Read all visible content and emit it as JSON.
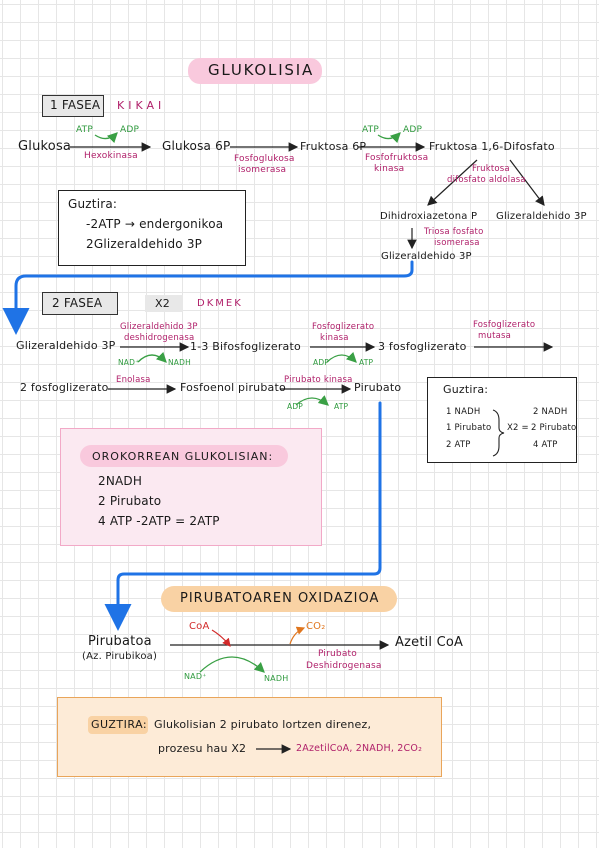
{
  "title": "GLUKOLISIA",
  "phase1": {
    "label": "1 FASEA",
    "note": "KIKAI",
    "glukosa": "Glukosa",
    "atp1": "ATP",
    "adp1": "ADP",
    "hexokinasa": "Hexokinasa",
    "glukosa6p": "Glukosa 6P",
    "fosfoglukosa": "Fosfoglukosa",
    "isomerasa": "isomerasa",
    "fruktosa6p": "Fruktosa 6P",
    "atp2": "ATP",
    "adp2": "ADP",
    "fosfofruktosa": "Fosfofruktosa",
    "kinasa": "kinasa",
    "fruktosa16": "Fruktosa 1,6-Difosfato",
    "aldolasa1": "Fruktosa",
    "aldolasa2": "difosfato aldolasa",
    "dihidroxi": "Dihidroxiazetona P",
    "triosa1": "Triosa fosfato",
    "triosa2": "isomerasa",
    "glizeraldehido3p_a": "Glizeraldehido 3P",
    "glizeraldehido3p_b": "Glizeraldehido 3P",
    "guztira": {
      "title": "Guztira:",
      "line1": "-2ATP → endergonikoa",
      "line2": "2Glizeraldehido 3P"
    }
  },
  "phase2": {
    "label": "2 FASEA",
    "x2": "X2",
    "note": "DKMEK",
    "g3p": "Glizeraldehido 3P",
    "enz1a": "Glizeraldehido 3P",
    "enz1b": "deshidrogenasa",
    "nad": "NAD⁺",
    "nadh": "NADH",
    "bifosfo": "1-3 Bifosfoglizerato",
    "enz2a": "Fosfoglizerato",
    "enz2b": "kinasa",
    "adp": "ADP",
    "atp": "ATP",
    "fosfo3": "3 fosfoglizerato",
    "enz3a": "Fosfoglizerato",
    "enz3b": "mutasa",
    "fosfo2": "2 fosfoglizerato",
    "enolasa": "Enolasa",
    "fosfoenol": "Fosfoenol pirubato",
    "pirkinasa": "Pirubato kinasa",
    "adp2": "ADP",
    "atp2": "ATP",
    "pirubato": "Pirubato",
    "guztira": {
      "title": "Guztira:",
      "left": [
        "1 NADH",
        "1 Pirubato",
        "2 ATP"
      ],
      "mult": "X2 =",
      "right": [
        "2 NADH",
        "2 Pirubato",
        "4 ATP"
      ]
    }
  },
  "orokorrean": {
    "title": "OROKORREAN GLUKOLISIAN:",
    "lines": [
      "2NADH",
      "2 Pirubato",
      "4 ATP -2ATP = 2ATP"
    ]
  },
  "oxidazioa": {
    "title": "PIRUBATOAREN OXIDAZIOA",
    "pirubatoa": "Pirubatoa",
    "azido": "(Az. Pirubikoa)",
    "coa": "CoA",
    "co2": "CO₂",
    "azetil": "Azetil CoA",
    "enz1": "Pirubato",
    "enz2": "Deshidrogenasa",
    "nad": "NAD⁺",
    "nadh": "NADH"
  },
  "final": {
    "label": "GUZTIRA:",
    "line1": "Glukolisian 2 pirubato lortzen direnez,",
    "line2": "prozesu hau X2",
    "result": "2AzetilCoA, 2NADH, 2CO₂"
  },
  "colors": {
    "blue": "#1f73e6",
    "green": "#3aa045",
    "magenta": "#b0206a",
    "pinkHighlight": "#f9c9dd",
    "orangeHighlight": "#f9d2a4",
    "pinkBox": "#fbe9f1",
    "orangeBox": "#fdebd7"
  }
}
